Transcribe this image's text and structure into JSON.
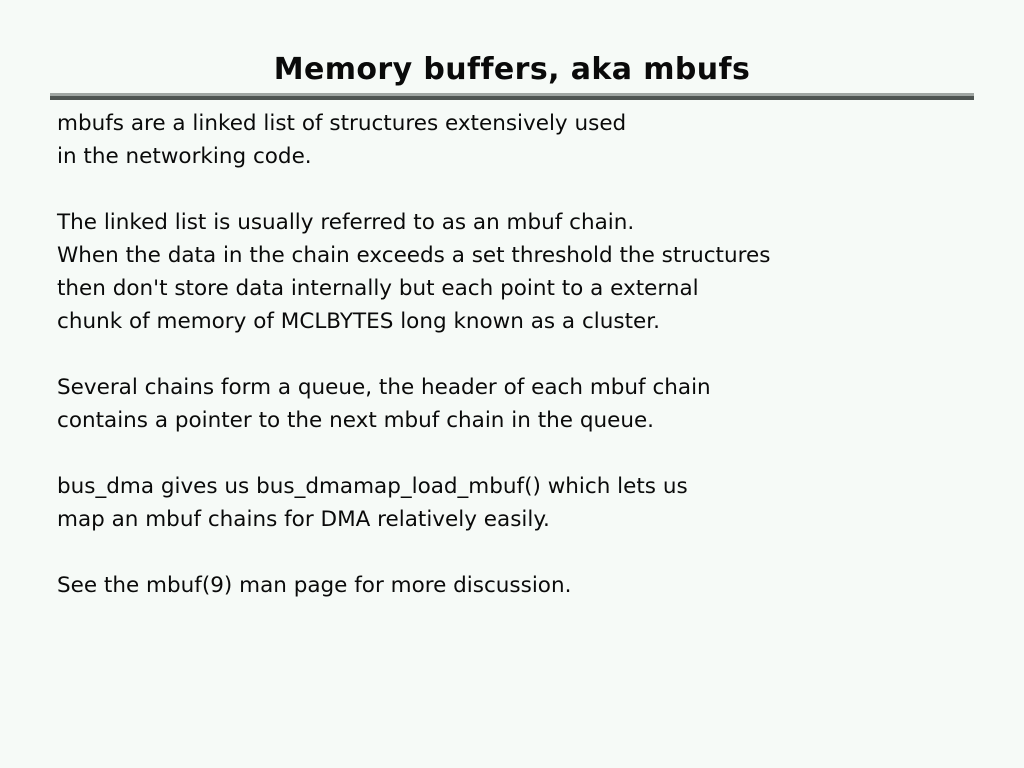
{
  "slide": {
    "title": "Memory buffers, aka mbufs",
    "background_color": "#f6faf7",
    "text_color": "#0a0a0a",
    "rule": {
      "highlight_color": "#9fa5a2",
      "shadow_color": "#4e5452"
    },
    "paragraphs": [
      {
        "id": "intro",
        "lines": [
          "mbufs are a linked list of structures extensively used",
          "in the networking code."
        ]
      },
      {
        "id": "mbuf-chain",
        "lines": [
          "The linked list is usually referred to as an mbuf chain.",
          "When the data in the chain exceeds a set threshold the structures",
          "then don't store data internally but each point to a external",
          "chunk of memory of MCLBYTES long known as a cluster."
        ]
      },
      {
        "id": "queue",
        "lines": [
          "Several chains form a queue, the header of each mbuf chain",
          "contains a pointer to the next mbuf chain in the queue."
        ]
      },
      {
        "id": "bus-dma",
        "lines": [
          "bus_dma gives us bus_dmamap_load_mbuf() which lets us",
          "map an mbuf chains for DMA relatively easily."
        ]
      },
      {
        "id": "see-also",
        "lines": [
          "See the mbuf(9) man page for more discussion."
        ]
      }
    ]
  }
}
